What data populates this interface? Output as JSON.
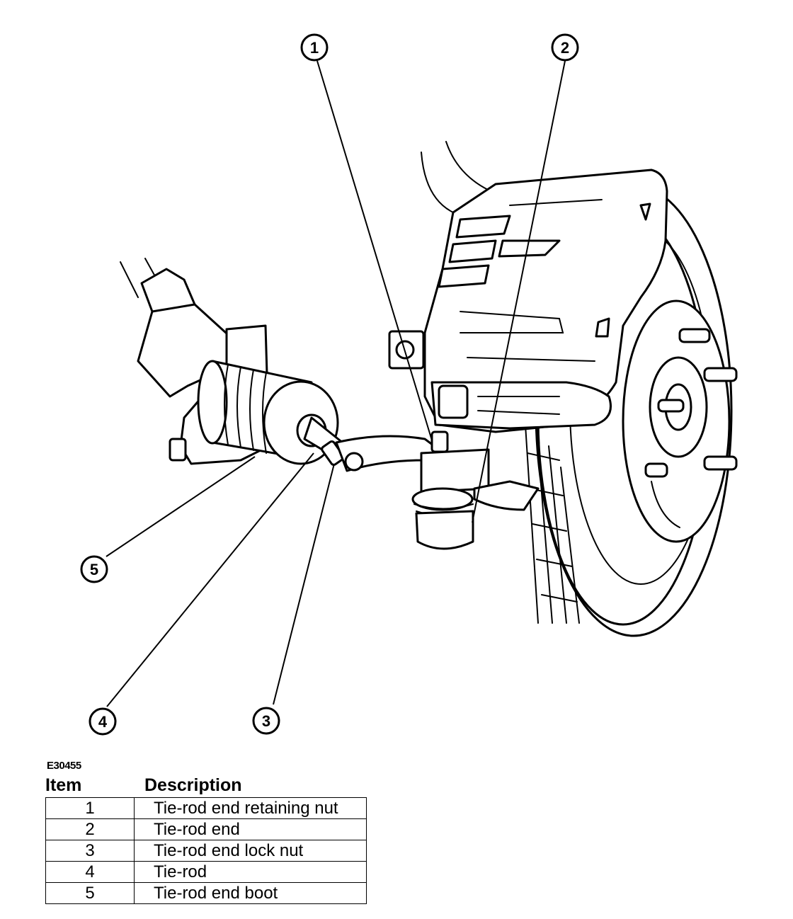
{
  "figure": {
    "id": "E30455",
    "callouts": [
      {
        "number": "1"
      },
      {
        "number": "2"
      },
      {
        "number": "3"
      },
      {
        "number": "4"
      },
      {
        "number": "5"
      }
    ]
  },
  "legend": {
    "headers": {
      "item": "Item",
      "description": "Description"
    },
    "rows": [
      {
        "item": "1",
        "description": "Tie-rod end retaining nut"
      },
      {
        "item": "2",
        "description": "Tie-rod end"
      },
      {
        "item": "3",
        "description": "Tie-rod end lock nut"
      },
      {
        "item": "4",
        "description": "Tie-rod"
      },
      {
        "item": "5",
        "description": "Tie-rod end boot"
      }
    ]
  }
}
